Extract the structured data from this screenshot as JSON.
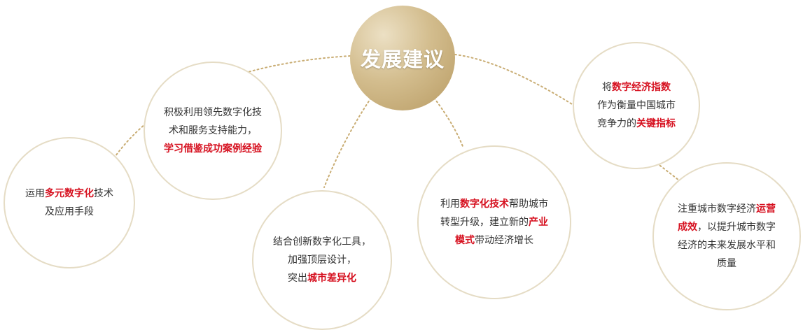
{
  "hub": {
    "label": "发展建议",
    "color": "#c9ad74"
  },
  "colors": {
    "highlight": "#d6101f",
    "text": "#333333",
    "border": "#e5dcc5",
    "connector": "#c9ad74"
  },
  "suggestions": [
    {
      "id": "left",
      "lines": [
        [
          {
            "t": "运用"
          },
          {
            "t": "多元数字化",
            "hl": true
          },
          {
            "t": "技术"
          }
        ],
        [
          {
            "t": "及应用手段"
          }
        ]
      ]
    },
    {
      "id": "upper",
      "lines": [
        [
          {
            "t": "积极利用领先数字化技"
          }
        ],
        [
          {
            "t": "术和服务支持能力，"
          }
        ],
        [
          {
            "t": "学习借鉴成功案例经验",
            "hl": true
          }
        ]
      ]
    },
    {
      "id": "bottom",
      "lines": [
        [
          {
            "t": "结合创新数字化工具，"
          }
        ],
        [
          {
            "t": "加强顶层设计，"
          }
        ],
        [
          {
            "t": "突出"
          },
          {
            "t": "城市差异化",
            "hl": true
          }
        ]
      ]
    },
    {
      "id": "middle",
      "lines": [
        [
          {
            "t": "利用"
          },
          {
            "t": "数字化技术",
            "hl": true
          },
          {
            "t": "帮助城市"
          }
        ],
        [
          {
            "t": "转型升级，建立新的"
          },
          {
            "t": "产业",
            "hl": true
          }
        ],
        [
          {
            "t": "模式",
            "hl": true
          },
          {
            "t": "带动经济增长"
          }
        ]
      ]
    },
    {
      "id": "right",
      "lines": [
        [
          {
            "t": "将"
          },
          {
            "t": "数字经济指数",
            "hl": true
          }
        ],
        [
          {
            "t": "作为衡量中国城市"
          }
        ],
        [
          {
            "t": "竞争力的"
          },
          {
            "t": "关键指标",
            "hl": true
          }
        ]
      ]
    },
    {
      "id": "farright",
      "lines": [
        [
          {
            "t": "注重城市数字经济"
          },
          {
            "t": "运营",
            "hl": true
          }
        ],
        [
          {
            "t": "成效",
            "hl": true
          },
          {
            "t": "，以提升城市数字"
          }
        ],
        [
          {
            "t": "经济的未来发展水平和"
          }
        ],
        [
          {
            "t": "质量"
          }
        ]
      ]
    }
  ]
}
